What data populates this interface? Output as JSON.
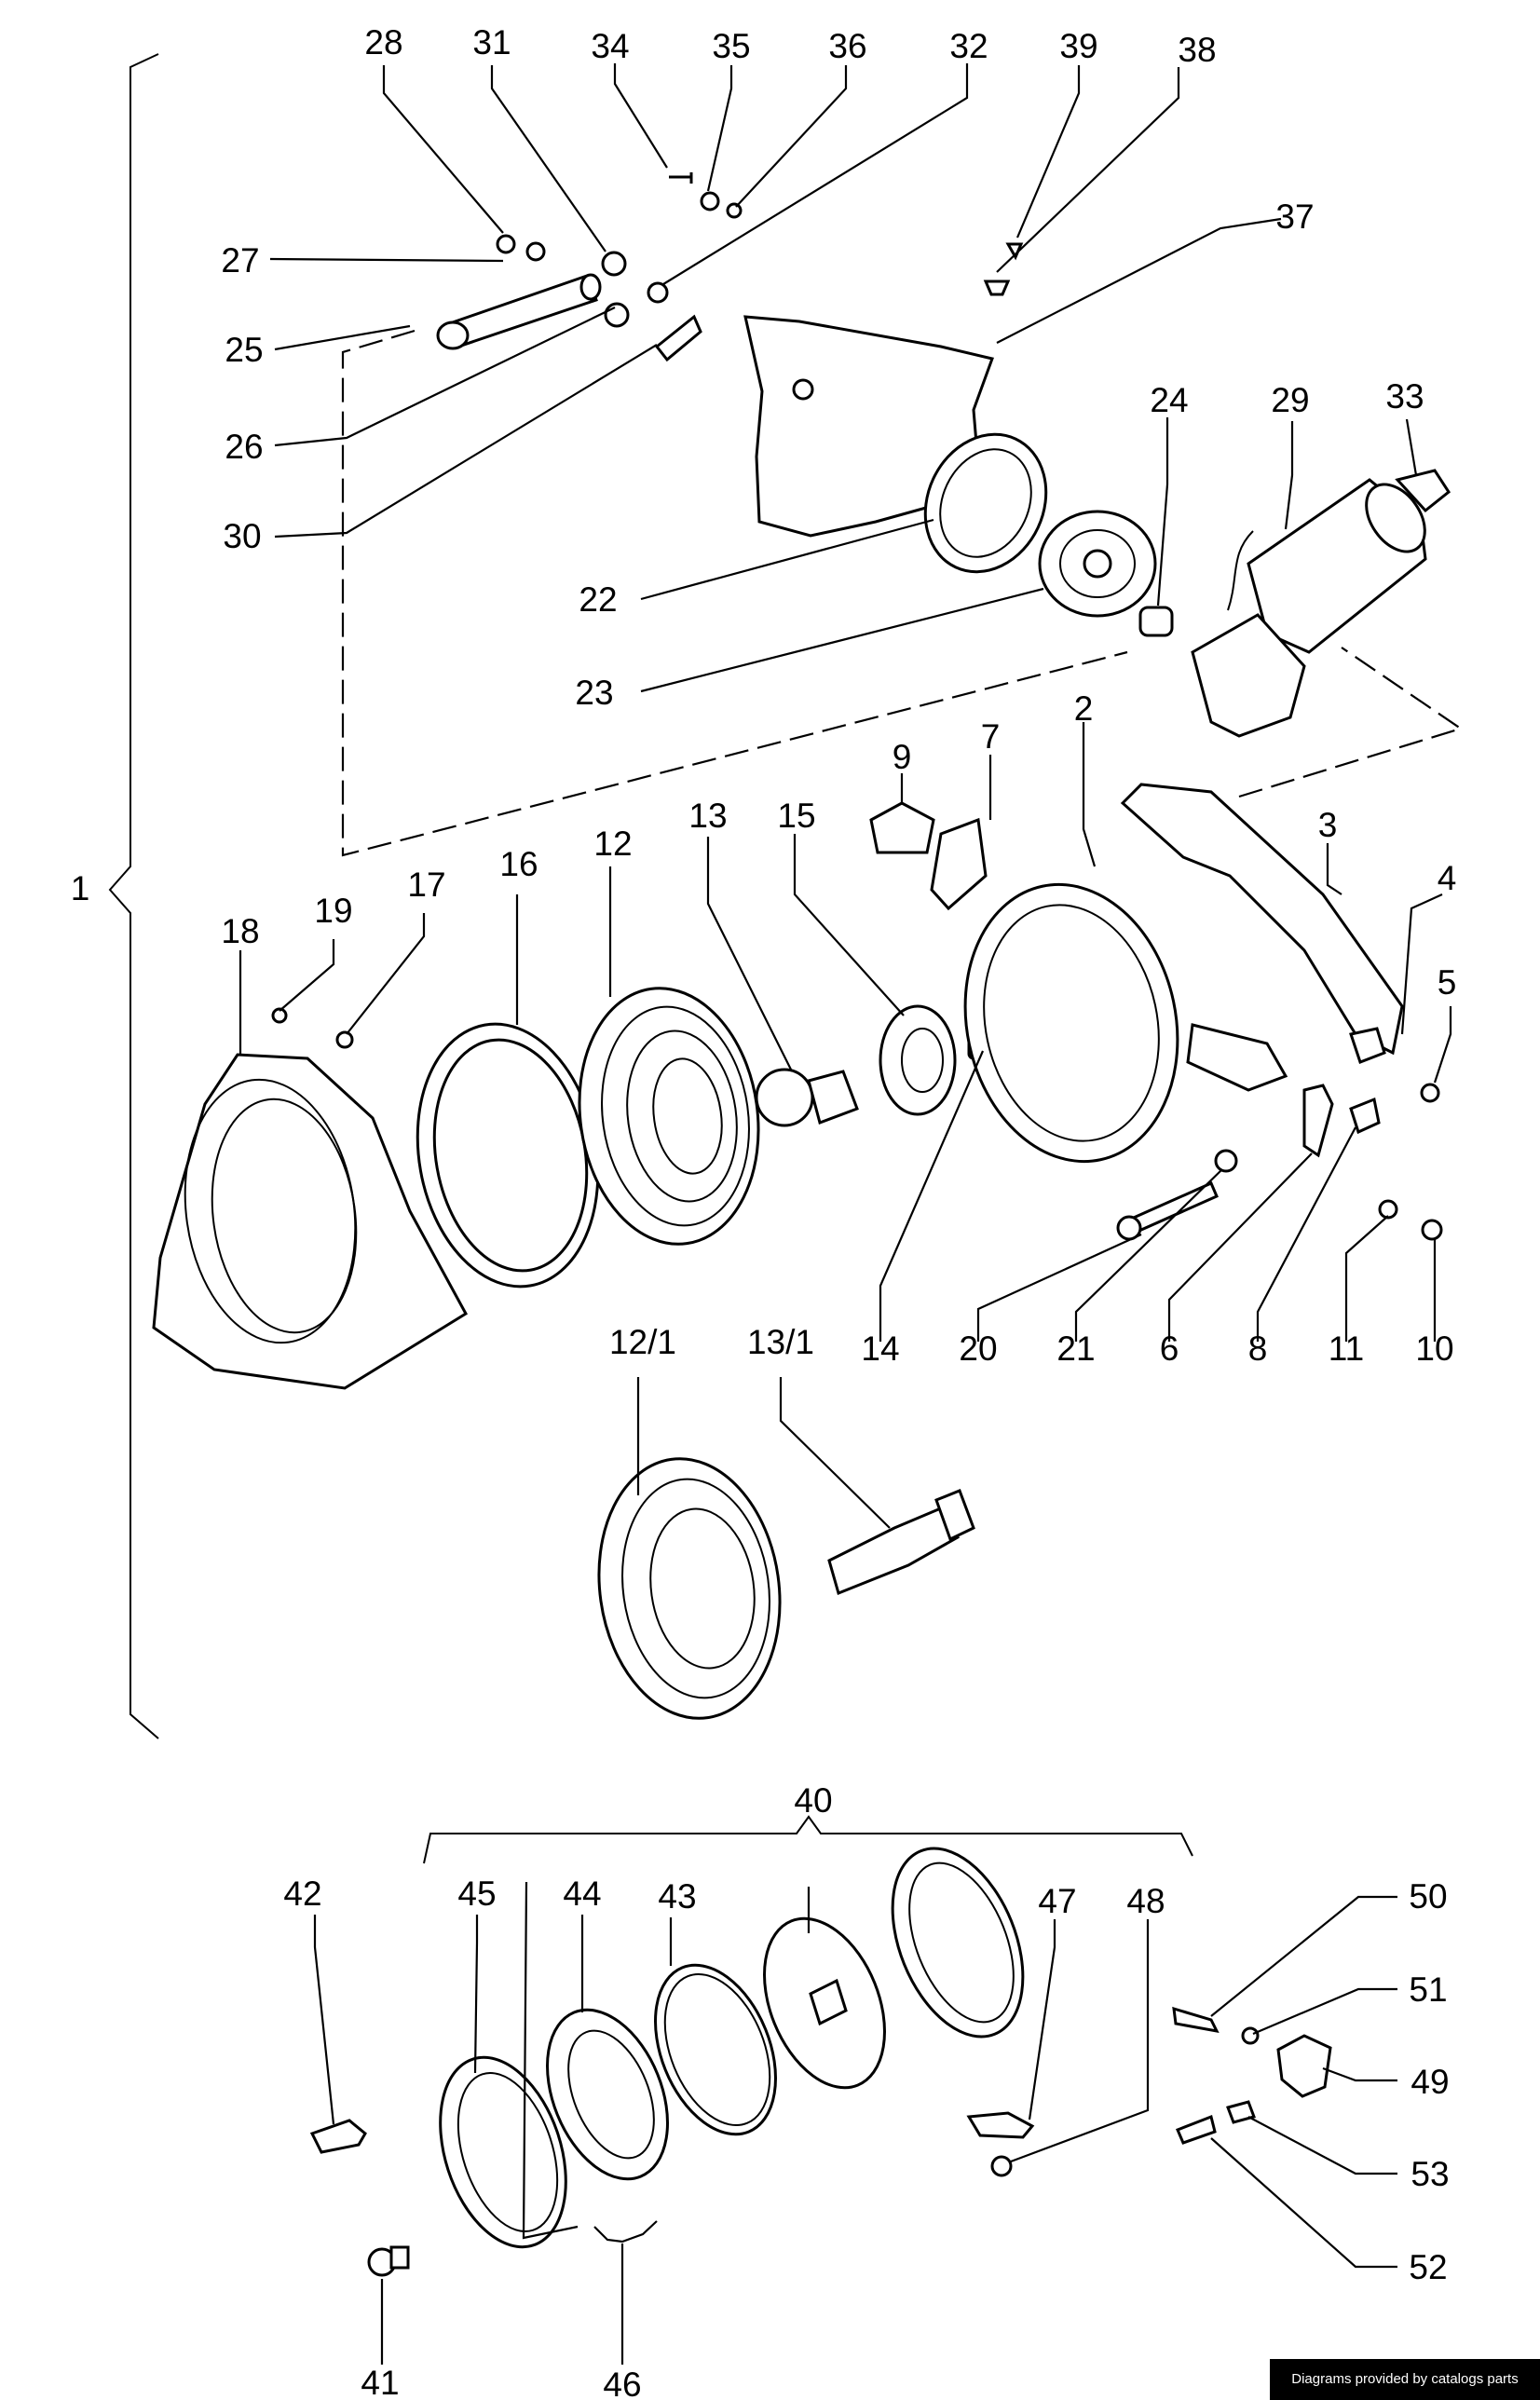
{
  "callouts": {
    "n1": "1",
    "n2": "2",
    "n3": "3",
    "n4": "4",
    "n5": "5",
    "n6": "6",
    "n7": "7",
    "n8": "8",
    "n9": "9",
    "n10": "10",
    "n11": "11",
    "n12": "12",
    "n12_1": "12/1",
    "n13": "13",
    "n13_1": "13/1",
    "n14": "14",
    "n15": "15",
    "n16": "16",
    "n17": "17",
    "n18": "18",
    "n19": "19",
    "n20": "20",
    "n21": "21",
    "n22": "22",
    "n23": "23",
    "n24": "24",
    "n25": "25",
    "n26": "26",
    "n27": "27",
    "n28": "28",
    "n29": "29",
    "n30": "30",
    "n31": "31",
    "n32": "32",
    "n33": "33",
    "n34": "34",
    "n35": "35",
    "n36": "36",
    "n37": "37",
    "n38": "38",
    "n39": "39",
    "n40": "40",
    "n41": "41",
    "n42": "42",
    "n43": "43",
    "n44": "44",
    "n45": "45",
    "n46": "46",
    "n47": "47",
    "n48": "48",
    "n49": "49",
    "n50": "50",
    "n51": "51",
    "n52": "52",
    "n53": "53"
  },
  "footer": {
    "text": "Diagrams provided by catalogs parts"
  },
  "colors": {
    "ink": "#000000",
    "paper": "#ffffff"
  }
}
